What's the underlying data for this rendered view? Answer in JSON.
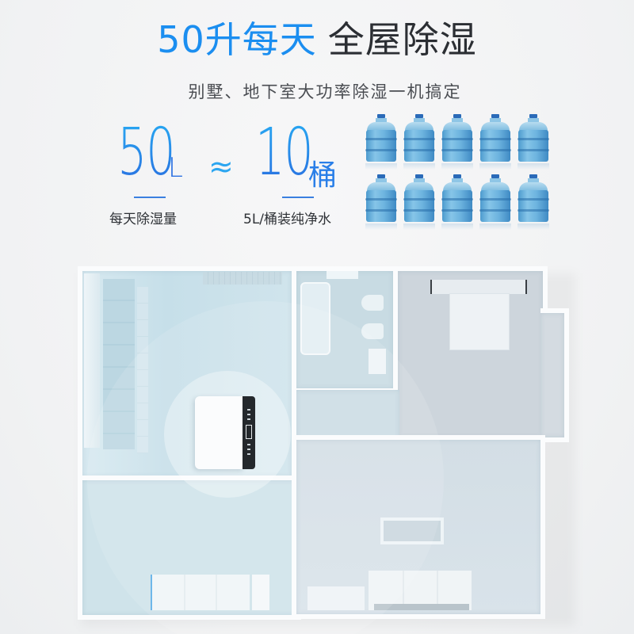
{
  "headline": {
    "blue_part": "50升每天",
    "dark_part": "全屋除湿"
  },
  "subheadline": "别墅、地下室大功率除湿一机搞定",
  "stats": {
    "capacity": {
      "value": "50",
      "unit": "L",
      "label": "每天除湿量"
    },
    "approx_symbol": "≈",
    "equivalent": {
      "value": "10",
      "unit": "桶",
      "label": "5L/桶装纯净水"
    }
  },
  "bottles": {
    "rows": 2,
    "per_row": 5,
    "count": 10,
    "icon": "water-bottle-icon"
  },
  "floorplan": {
    "rooms": [
      "kitchen",
      "bathroom",
      "bedroom",
      "living-room",
      "dining-area"
    ],
    "device": "dehumidifier"
  },
  "colors": {
    "accent_blue": "#1b8ef0",
    "dark_text": "#2b2e33",
    "background": "#f4f4f5"
  }
}
